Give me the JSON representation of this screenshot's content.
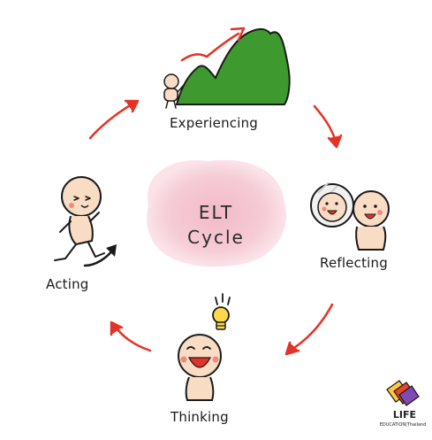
{
  "center": {
    "line1": "ELT",
    "line2": "Cycle"
  },
  "stages": {
    "experiencing": "Experiencing",
    "reflecting": "Reflecting",
    "thinking": "Thinking",
    "acting": "Acting"
  },
  "logo": {
    "name": "LIFE",
    "sub": "EDUCATION|Thailand"
  },
  "colors": {
    "arrow": "#e53226",
    "mountain": "#3e9a2f",
    "center_blob": "#f4c9d3",
    "skin": "#f8dcc4",
    "blush": "#f08a7a",
    "bulb": "#ffd84a"
  }
}
